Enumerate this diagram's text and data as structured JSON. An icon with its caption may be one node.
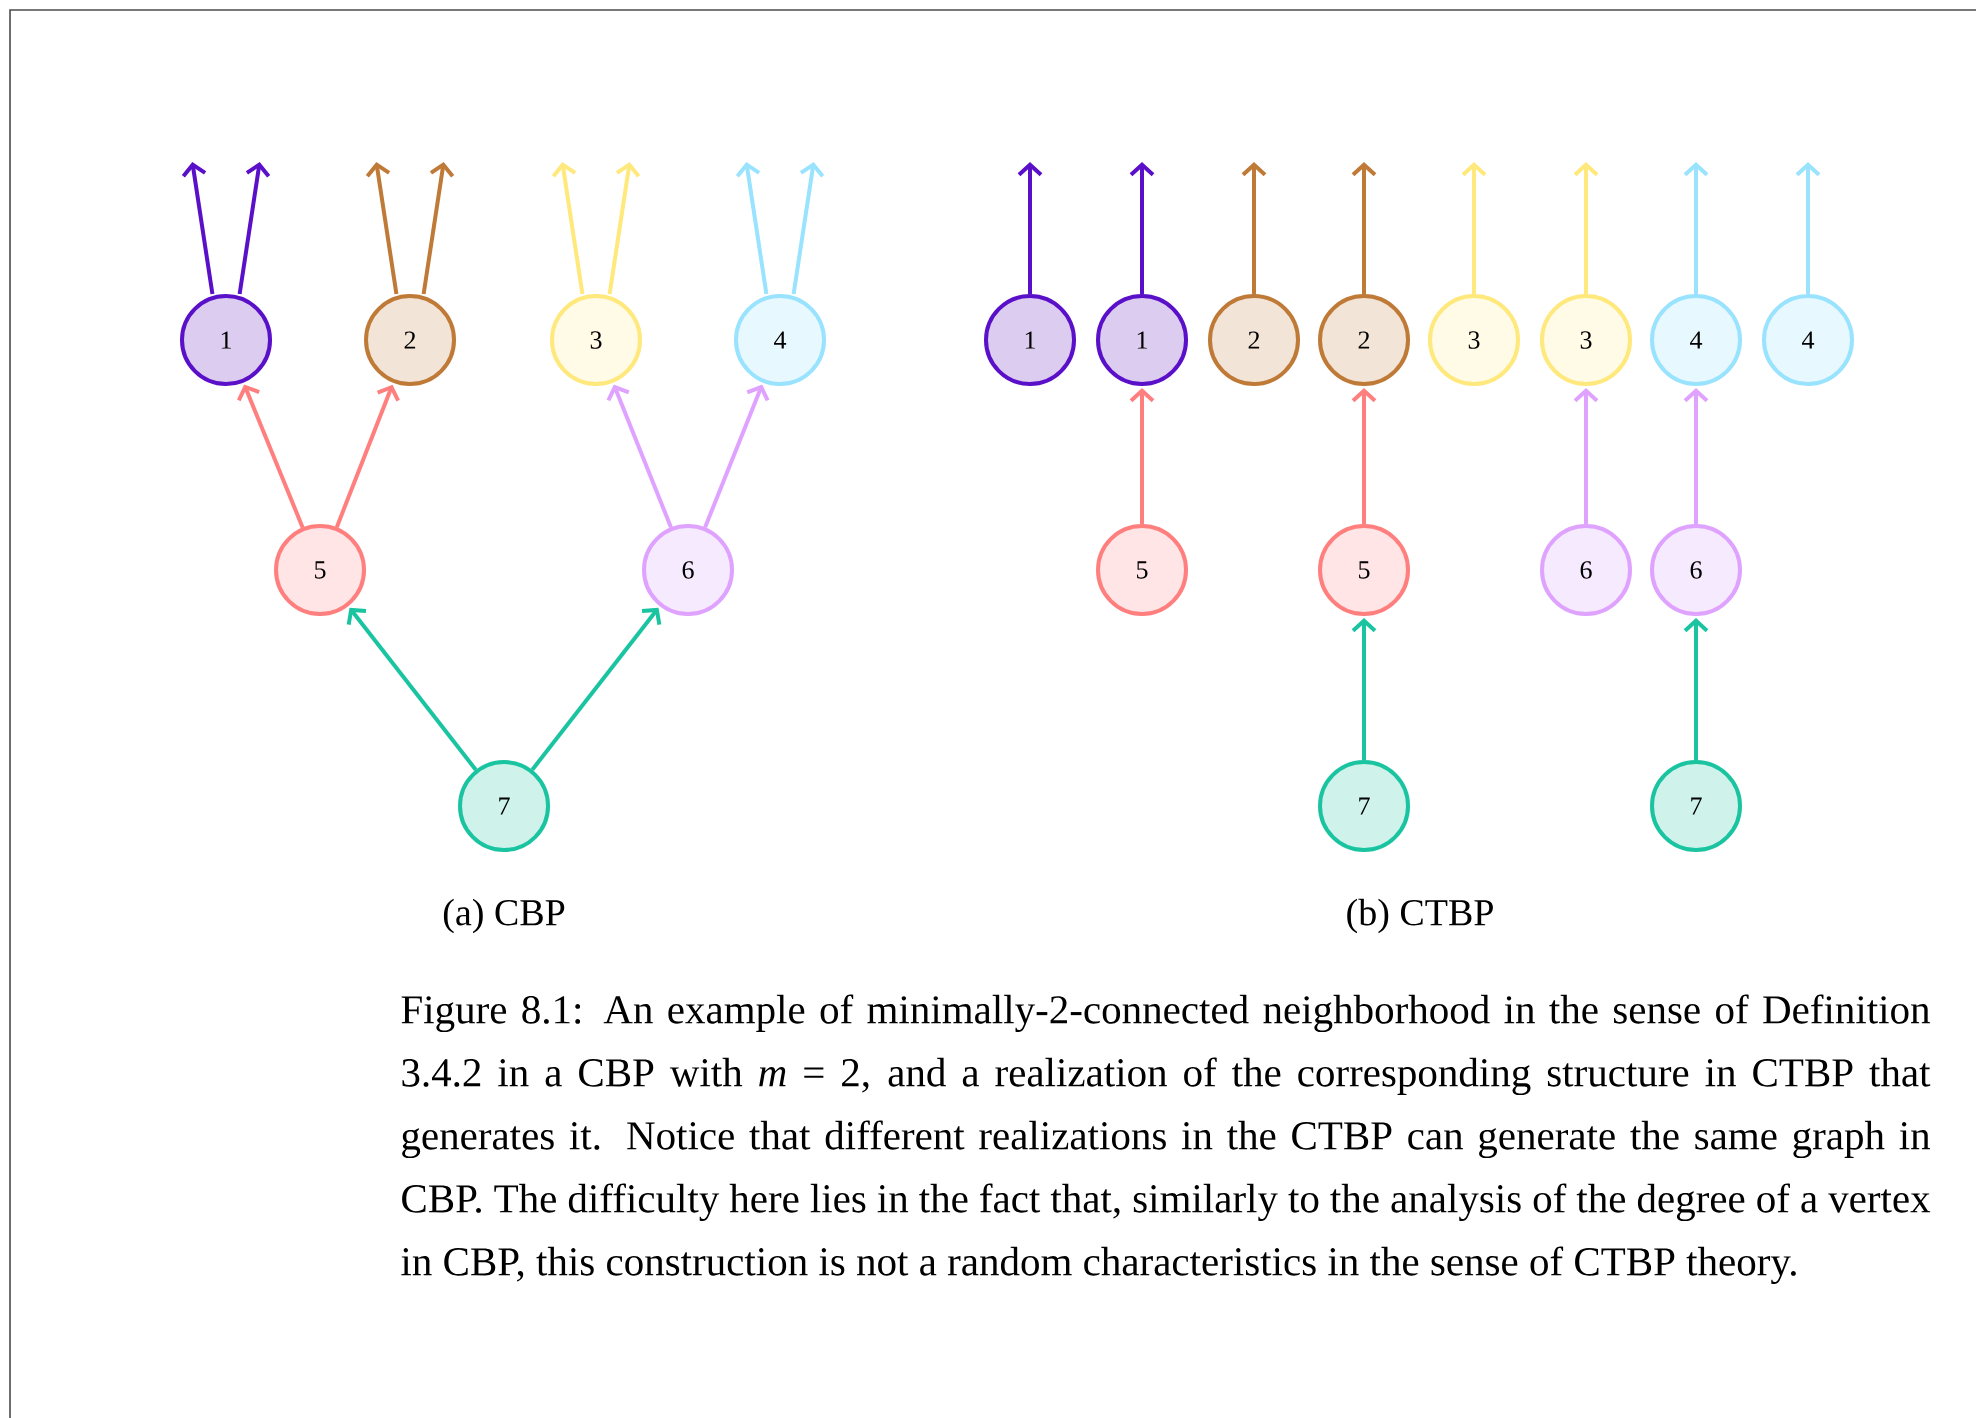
{
  "diagram": {
    "caption": "Figure 8.1: An example of minimally-2-connected neighborhood in the sense of Definition 3.4.2 in a CBP with *m* = 2, and a realization of the corresponding structure in CTBP that generates it. Notice that different realizations in the CTBP can generate the same graph in CBP. The difficulty here lies in the fact that, similarly to the analysis of the degree of a vertex in CBP, this construction is not a random characteristics in the sense of CTBP theory.",
    "nodes": [
      {
        "text": [
          "1"
        ]
      },
      {
        "text": [
          "2"
        ]
      },
      {
        "text": [
          "3"
        ]
      },
      {
        "text": [
          "4"
        ]
      },
      {
        "text": [
          "5"
        ]
      },
      {
        "text": [
          "6"
        ]
      },
      {
        "text": [
          "7"
        ]
      },
      {
        "text": [
          "1"
        ]
      },
      {
        "text": [
          "1"
        ]
      },
      {
        "text": [
          "2"
        ]
      },
      {
        "text": [
          "2"
        ]
      },
      {
        "text": [
          "3"
        ]
      },
      {
        "text": [
          "3"
        ]
      },
      {
        "text": [
          "4"
        ]
      },
      {
        "text": [
          "4"
        ]
      },
      {
        "text": [
          "5"
        ]
      },
      {
        "text": [
          "5"
        ]
      },
      {
        "text": [
          "6"
        ]
      },
      {
        "text": [
          "6"
        ]
      },
      {
        "text": [
          "7"
        ]
      },
      {
        "text": [
          "7"
        ]
      }
    ],
    "edges": [
      {
        "from": 0,
        "to": null,
        "arrow": "to",
        "color": "#5a0fc8"
      },
      {
        "from": 0,
        "to": null,
        "arrow": "to",
        "color": "#5a0fc8"
      },
      {
        "from": 1,
        "to": null,
        "arrow": "to",
        "color": "#c07a38"
      },
      {
        "from": 1,
        "to": null,
        "arrow": "to",
        "color": "#c07a38"
      },
      {
        "from": 2,
        "to": null,
        "arrow": "to",
        "color": "#ffe87c"
      },
      {
        "from": 2,
        "to": null,
        "arrow": "to",
        "color": "#ffe87c"
      },
      {
        "from": 3,
        "to": null,
        "arrow": "to",
        "color": "#99e3ff"
      },
      {
        "from": 3,
        "to": null,
        "arrow": "to",
        "color": "#99e3ff"
      },
      {
        "from": 4,
        "to": 0,
        "arrow": "to",
        "color": "#ff7f7f"
      },
      {
        "from": 4,
        "to": 1,
        "arrow": "to",
        "color": "#ff7f7f"
      },
      {
        "from": 5,
        "to": 2,
        "arrow": "to",
        "color": "#dfa3ff"
      },
      {
        "from": 5,
        "to": 3,
        "arrow": "to",
        "color": "#dfa3ff"
      },
      {
        "from": 6,
        "to": 4,
        "arrow": "to",
        "color": "#1bc4a1"
      },
      {
        "from": 6,
        "to": 5,
        "arrow": "to",
        "color": "#1bc4a1"
      },
      {
        "from": 7,
        "to": null,
        "arrow": "to",
        "color": "#5a0fc8"
      },
      {
        "from": 8,
        "to": null,
        "arrow": "to",
        "color": "#5a0fc8"
      },
      {
        "from": 9,
        "to": null,
        "arrow": "to",
        "color": "#c07a38"
      },
      {
        "from": 10,
        "to": null,
        "arrow": "to",
        "color": "#c07a38"
      },
      {
        "from": 11,
        "to": null,
        "arrow": "to",
        "color": "#ffe87c"
      },
      {
        "from": 12,
        "to": null,
        "arrow": "to",
        "color": "#ffe87c"
      },
      {
        "from": 13,
        "to": null,
        "arrow": "to",
        "color": "#99e3ff"
      },
      {
        "from": 14,
        "to": null,
        "arrow": "to",
        "color": "#99e3ff"
      },
      {
        "from": 15,
        "to": 8,
        "arrow": "to",
        "color": "#ff7f7f"
      },
      {
        "from": 16,
        "to": 10,
        "arrow": "to",
        "color": "#ff7f7f"
      },
      {
        "from": 17,
        "to": 12,
        "arrow": "to",
        "color": "#dfa3ff"
      },
      {
        "from": 18,
        "to": 13,
        "arrow": "to",
        "color": "#dfa3ff"
      },
      {
        "from": 19,
        "to": 16,
        "arrow": "to",
        "color": "#1bc4a1"
      },
      {
        "from": 20,
        "to": 18,
        "arrow": "to",
        "color": "#1bc4a1"
      }
    ],
    "labels": [
      "(a) CBP",
      "(b) CTBP"
    ]
  }
}
